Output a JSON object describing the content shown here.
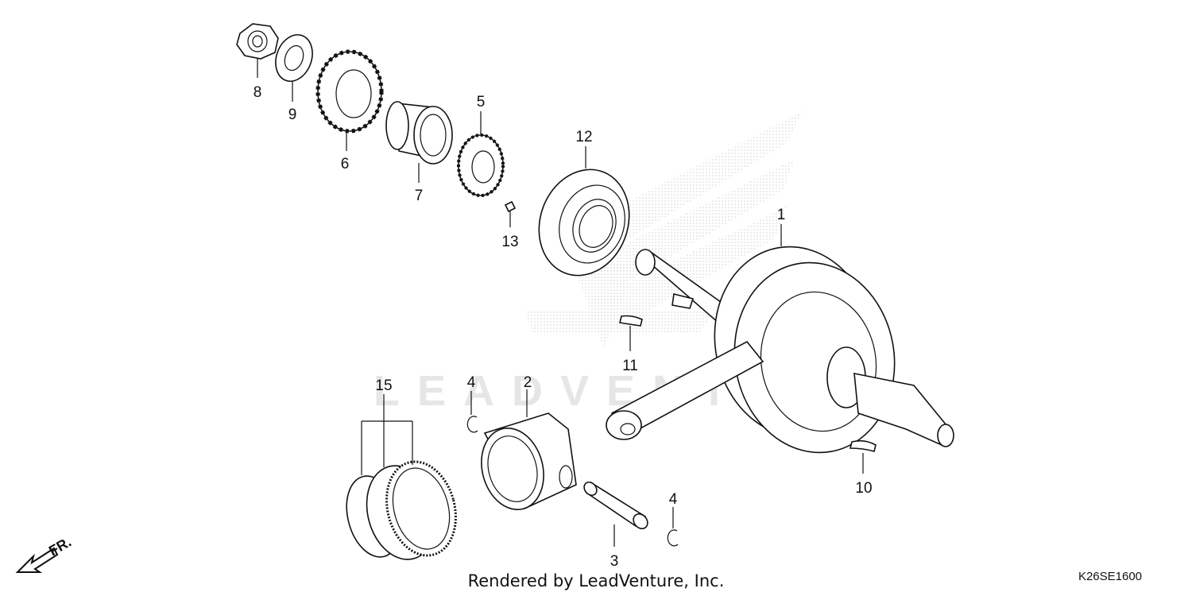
{
  "watermark": "LEADVENTURE",
  "credit": "Rendered by LeadVenture, Inc.",
  "diagram_code": "K26SE1600",
  "direction_label": "FR.",
  "callouts": {
    "c1": "1",
    "c2": "2",
    "c3": "3",
    "c4a": "4",
    "c4b": "4",
    "c5": "5",
    "c6": "6",
    "c7": "7",
    "c8": "8",
    "c9": "9",
    "c10": "10",
    "c11": "11",
    "c12": "12",
    "c13": "13",
    "c15": "15"
  }
}
